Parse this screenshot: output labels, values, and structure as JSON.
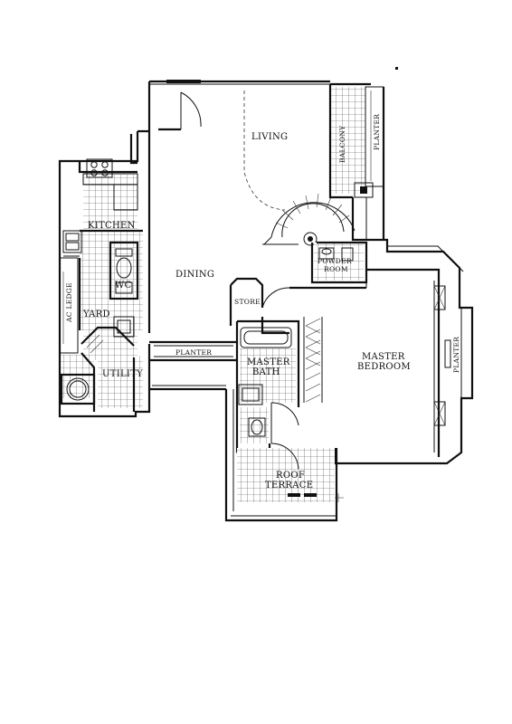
{
  "rooms": {
    "living": "LIVING",
    "balcony": "BALCONY",
    "planter_right_top": "PLANTER",
    "kitchen": "KITCHEN",
    "dining": "DINING",
    "powder_room_line1": "POWDER",
    "powder_room_line2": "ROOM",
    "wc": "WC",
    "store": "STORE",
    "ac_ledge": "AC LEDGE",
    "yard": "YARD",
    "planter_middle": "PLANTER",
    "utility": "UTILITY",
    "master_bath_line1": "MASTER",
    "master_bath_line2": "BATH",
    "master_bedroom_line1": "MASTER",
    "master_bedroom_line2": "BEDROOM",
    "planter_right": "PLANTER",
    "roof_terrace_line1": "ROOF",
    "roof_terrace_line2": "TERRACE"
  }
}
